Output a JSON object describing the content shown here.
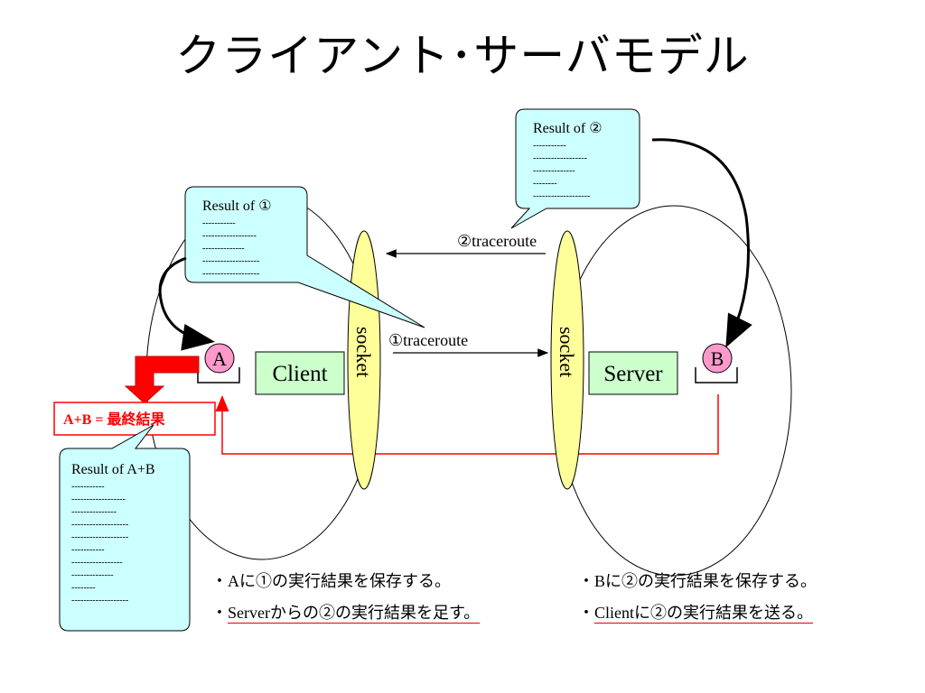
{
  "title": "クライアント･サーバモデル",
  "callouts": {
    "result1": {
      "heading": "Result of ①",
      "lines": [
        "-----------",
        "------------------",
        "--------------",
        "-------------------",
        "-------------------"
      ]
    },
    "result2": {
      "heading": "Result of ②",
      "lines": [
        "-----------",
        "------------------",
        "--------------",
        "--------",
        "-------------------"
      ]
    },
    "resultAB": {
      "heading": "Result of A+B",
      "lines": [
        "-----------",
        "------------------",
        "---------------",
        "-------------------",
        "-------------------",
        "-----------",
        "-----------------",
        "--------------",
        "--------",
        "-------------------"
      ]
    }
  },
  "nodes": {
    "a_label": "A",
    "b_label": "B",
    "client_label": "Client",
    "server_label": "Server",
    "socket_left": "socket",
    "socket_right": "socket"
  },
  "arrows": {
    "traceroute1": "①traceroute",
    "traceroute2": "②traceroute"
  },
  "final_box": "A+B =  最終結果",
  "notes_left": {
    "line1": "・Aに①の実行結果を保存する。",
    "line2_bullet": "・",
    "line2": "Serverからの②の実行結果を足す。"
  },
  "notes_right": {
    "line1": "・Bに②の実行結果を保存する。",
    "line2_bullet": "・",
    "line2": "Clientに②の実行結果を送る。"
  },
  "colors": {
    "callout_fill": "#ccffff",
    "socket_fill": "#ffff99",
    "node_fill": "#ccffcc",
    "circle_fill": "#ff99cc",
    "accent_red": "#ff0000"
  }
}
